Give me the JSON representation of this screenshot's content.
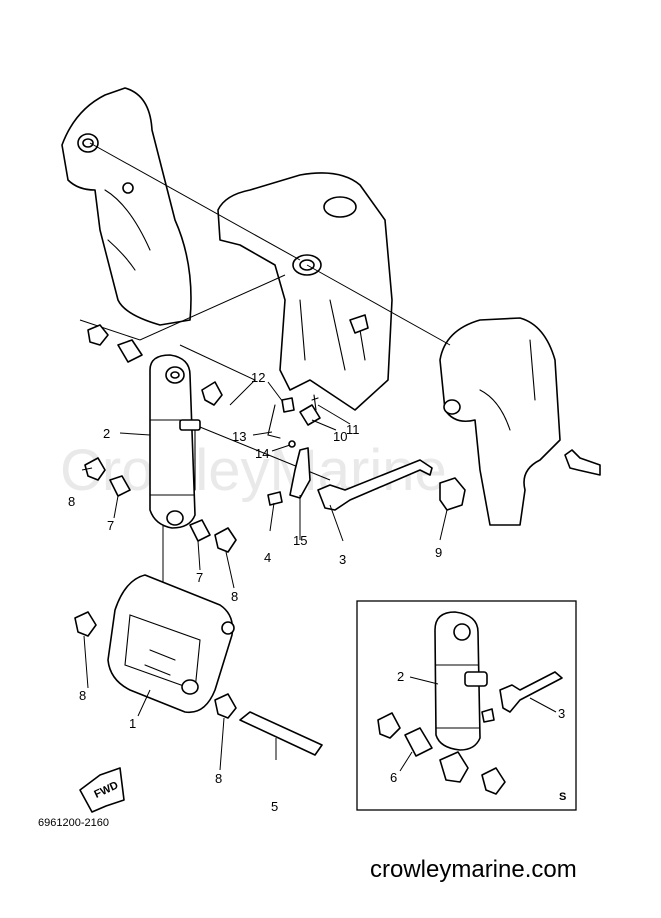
{
  "watermark": "CrowleyMarine",
  "footer_site": "crowleymarine.com",
  "diagram_code": "6961200-2160",
  "fwd_label": "FWD",
  "inset_mark": "S",
  "callouts": {
    "c1": "1",
    "c2": "2",
    "c3": "3",
    "c4": "4",
    "c5": "5",
    "c6_inset": "6",
    "c7a": "7",
    "c7b": "7",
    "c8a": "8",
    "c8b": "8",
    "c8c": "8",
    "c8d": "8",
    "c9": "9",
    "c10": "10",
    "c11": "11",
    "c12": "12",
    "c13": "13",
    "c14": "14",
    "c15": "15",
    "c2_inset": "2",
    "c3_inset": "3"
  }
}
